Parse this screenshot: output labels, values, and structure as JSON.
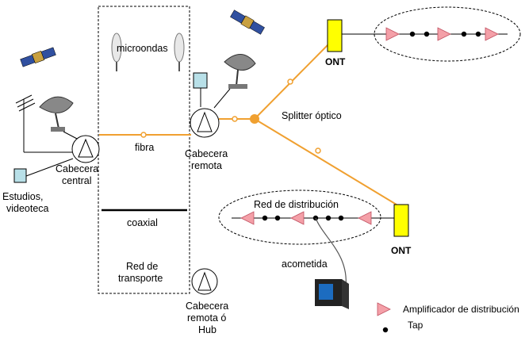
{
  "labels": {
    "microondas": "microondas",
    "fibra": "fibra",
    "coaxial": "coaxial",
    "red_transporte_1": "Red de",
    "red_transporte_2": "transporte",
    "cabecera_central_1": "Cabecera",
    "cabecera_central_2": "central",
    "estudios_1": "Estudios,",
    "estudios_2": "videoteca",
    "cabecera_remota_1": "Cabecera",
    "cabecera_remota_2": "remota",
    "hub_1": "Cabecera",
    "hub_2": "remota ó",
    "hub_3": "Hub",
    "splitter": "Splitter óptico",
    "ont_top": "ONT",
    "ont_bottom": "ONT",
    "red_distribucion": "Red de distribución",
    "acometida": "acometida",
    "legend_amplifier": "Amplificador de distribución",
    "legend_tap": "Tap"
  },
  "colors": {
    "fiber": "#f0a030",
    "ont": "#ffff00",
    "amplifier": "#f4a0a8",
    "equipment_box": "#b8e0e8",
    "satellite_body": "#3050a0"
  },
  "icons": [
    "satellite-icon",
    "dish-antenna-icon",
    "tv-antenna-icon",
    "microwave-antenna-icon",
    "tv-set-icon"
  ]
}
